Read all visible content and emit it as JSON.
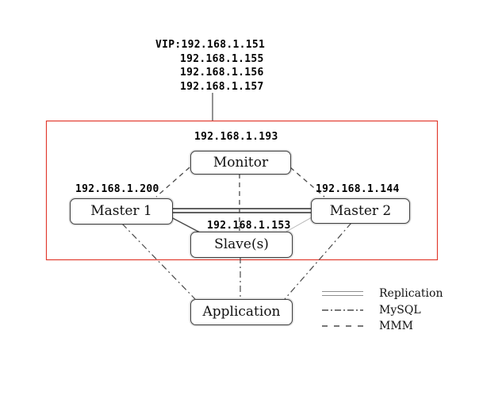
{
  "colors": {
    "frame": "#e23c30",
    "line": "#4a4a4a",
    "line_light": "#b9b9b9",
    "text": "#111111"
  },
  "vip": {
    "lines": [
      "VIP:192.168.1.151",
      "192.168.1.155",
      "192.168.1.156",
      "192.168.1.157"
    ]
  },
  "nodes": {
    "monitor": {
      "label": "Monitor",
      "ip": "192.168.1.193"
    },
    "master1": {
      "label": "Master 1",
      "ip": "192.168.1.200"
    },
    "master2": {
      "label": "Master 2",
      "ip": "192.168.1.144"
    },
    "slave": {
      "label": "Slave(s)",
      "ip": "192.168.1.153"
    },
    "application": {
      "label": "Application"
    }
  },
  "legend": {
    "items": [
      {
        "key": "replication",
        "label": "Replication"
      },
      {
        "key": "mysql",
        "label": "MySQL"
      },
      {
        "key": "mmm",
        "label": "MMM"
      }
    ]
  }
}
